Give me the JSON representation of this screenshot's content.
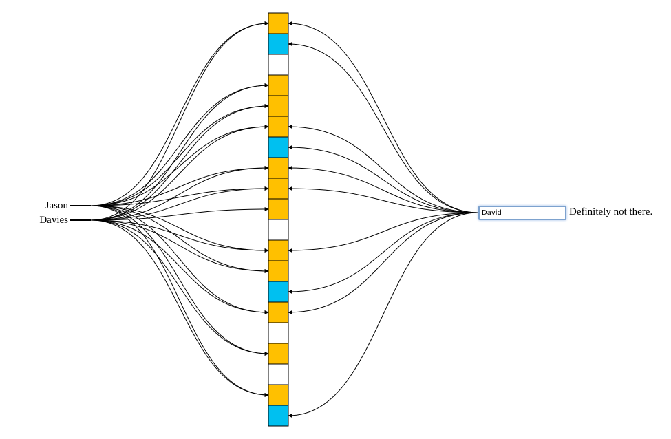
{
  "words": [
    "Jason",
    "Davies"
  ],
  "query": {
    "value": "David",
    "result": "Definitely not there."
  },
  "colors": {
    "word_bit": "#ffc000",
    "query_bit": "#00c0f0",
    "empty": "#ffffff",
    "stroke": "#000000"
  },
  "bits": [
    "word",
    "query",
    "empty",
    "word",
    "word",
    "word",
    "query",
    "word",
    "word",
    "word",
    "empty",
    "word",
    "word",
    "query",
    "word",
    "empty",
    "word",
    "empty",
    "word",
    "query"
  ],
  "word_links": {
    "Jason": [
      0,
      3,
      4,
      5,
      7,
      8,
      11,
      12,
      14,
      16,
      18
    ],
    "Davies": [
      0,
      3,
      4,
      5,
      7,
      8,
      9,
      11,
      12,
      14,
      16,
      18
    ]
  },
  "query_links": [
    0,
    1,
    5,
    6,
    7,
    8,
    11,
    13,
    14,
    19
  ]
}
